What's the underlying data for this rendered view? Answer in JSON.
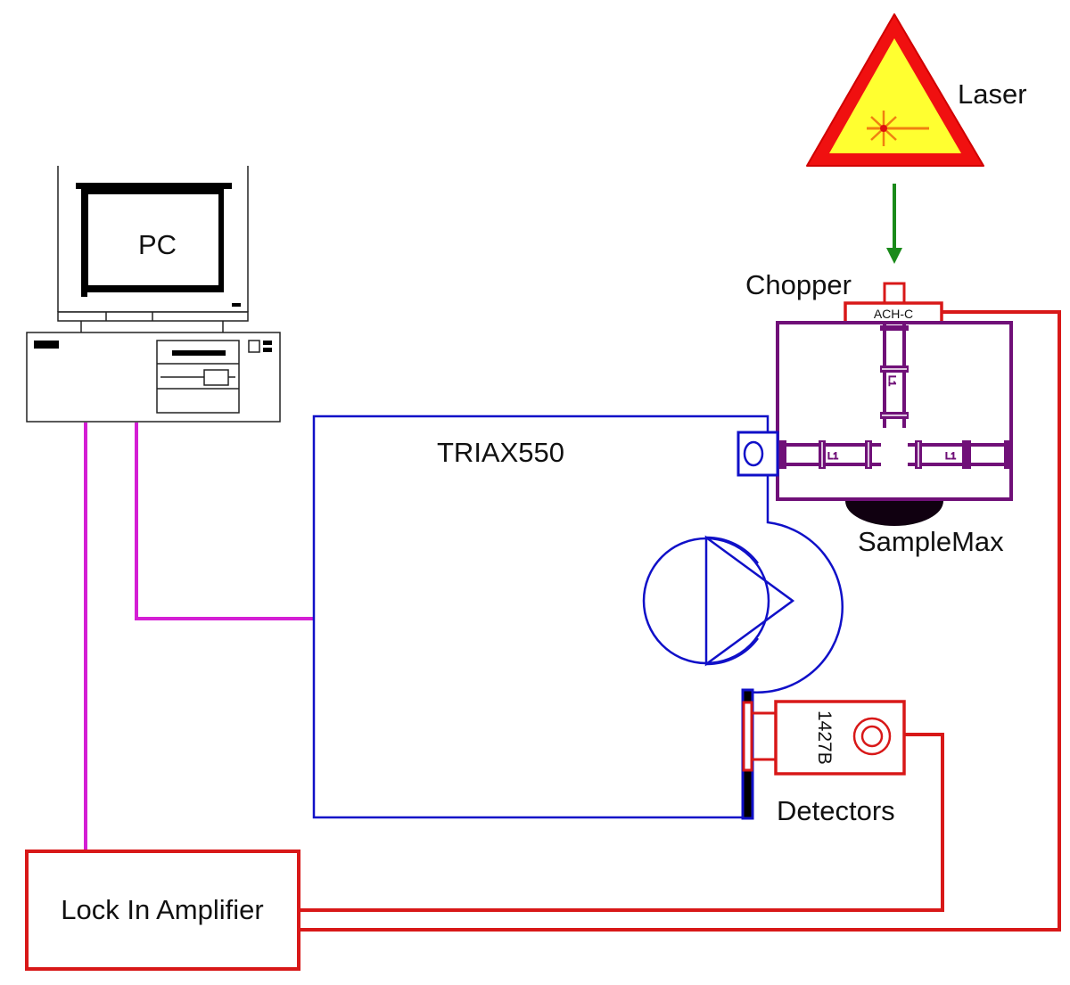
{
  "title": "Lock-in detection setup with TRIAX550 spectrometer",
  "colors": {
    "usb_cable": "#d41ed4",
    "signal_cable": "#d81818",
    "spectrometer": "#1010c8",
    "sample_chamber": "#701078",
    "laser_arrow": "#1a8a1a",
    "laser_sign_border": "#f01010",
    "laser_sign_fill": "#ffff30"
  },
  "nodes": {
    "laser": {
      "label": "Laser",
      "icon": "laser-warning-icon"
    },
    "chopper": {
      "label": "Chopper",
      "model": "ACH-C"
    },
    "sample": {
      "label": "SampleMax",
      "lens_label": "L1"
    },
    "pc": {
      "label": "PC",
      "icon": "desktop-computer-icon"
    },
    "spectrometer": {
      "label": "TRIAX550"
    },
    "detector": {
      "label": "Detectors",
      "model": "1427B"
    },
    "lock_in": {
      "label": "Lock In Amplifier"
    }
  },
  "connections": [
    {
      "from": "pc",
      "to": "lock_in",
      "type": "usb_cable"
    },
    {
      "from": "pc",
      "to": "spectrometer",
      "type": "usb_cable"
    },
    {
      "from": "detector",
      "to": "lock_in",
      "type": "signal_cable"
    },
    {
      "from": "chopper",
      "to": "lock_in",
      "type": "signal_cable"
    },
    {
      "from": "laser",
      "to": "chopper",
      "type": "laser_arrow"
    }
  ]
}
